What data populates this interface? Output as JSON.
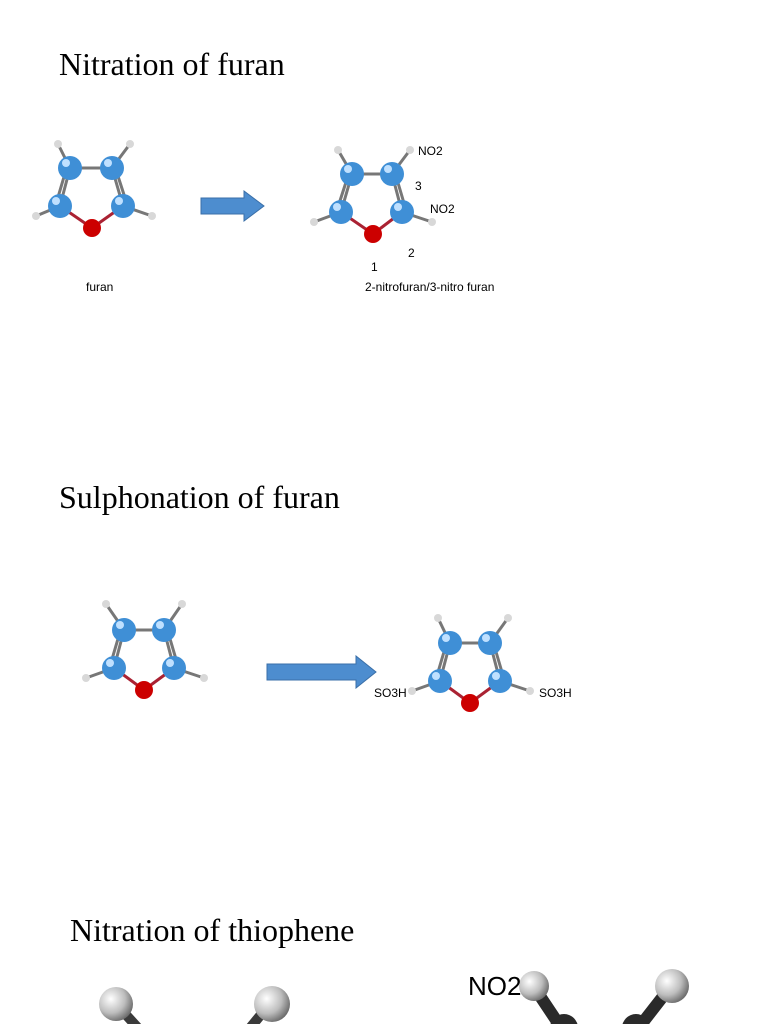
{
  "sections": [
    {
      "title": "Nitration of furan",
      "reactant_label": "furan",
      "product_label": "2-nitrofuran/3-nitro furan",
      "product_annotations": {
        "no2_top": "NO2",
        "no2_side": "NO2",
        "pos3": "3",
        "pos2": "2",
        "pos1": "1"
      }
    },
    {
      "title": "Sulphonation of furan",
      "product_annotations": {
        "so3h_left": "SO3H",
        "so3h_right": "SO3H"
      }
    },
    {
      "title": "Nitration of thiophene",
      "product_annotations": {
        "no2": "NO2"
      }
    }
  ],
  "colors": {
    "carbon": "#3f8fd6",
    "oxygen": "#cc0000",
    "hydrogen": "#d8d8d8",
    "arrow": "#4d8dcf",
    "thiophene_atom": "#2a2a2a"
  }
}
